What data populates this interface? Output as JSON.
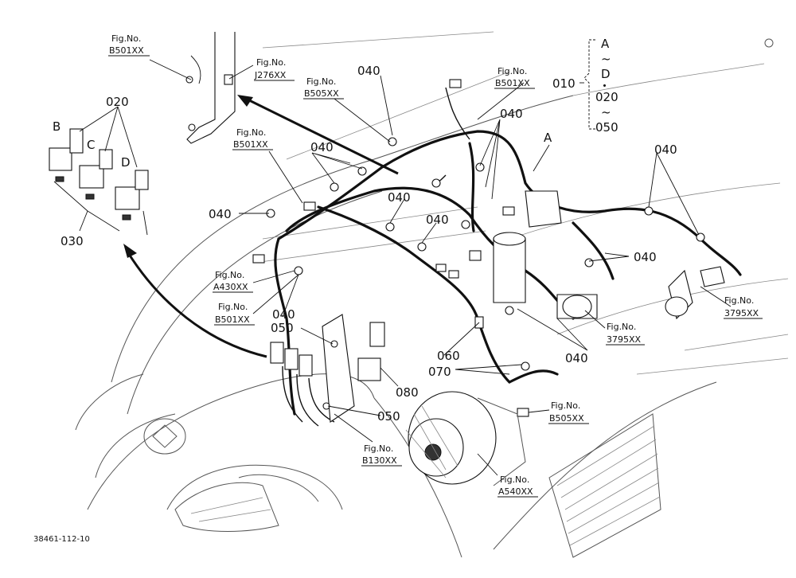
{
  "callouts": {
    "c010": "010",
    "c020": "020",
    "c030": "030",
    "c040": "040",
    "c050": "050",
    "c060": "060",
    "c070": "070",
    "c080": "080"
  },
  "letters": {
    "a": "A",
    "b": "B",
    "c": "C",
    "d": "D"
  },
  "legend": {
    "top": "A",
    "tilde": "~",
    "d": "D",
    "dot": "・",
    "c020": "020",
    "c050": "050"
  },
  "fig_refs": {
    "prefix": "Fig.No.",
    "b501xx": "B501XX",
    "j276xx": "J276XX",
    "b505xx": "B505XX",
    "a430xx": "A430XX",
    "b130xx": "B130XX",
    "r3795xx": "3795XX",
    "a540xx": "A540XX"
  },
  "page_code": "38461-112-10"
}
